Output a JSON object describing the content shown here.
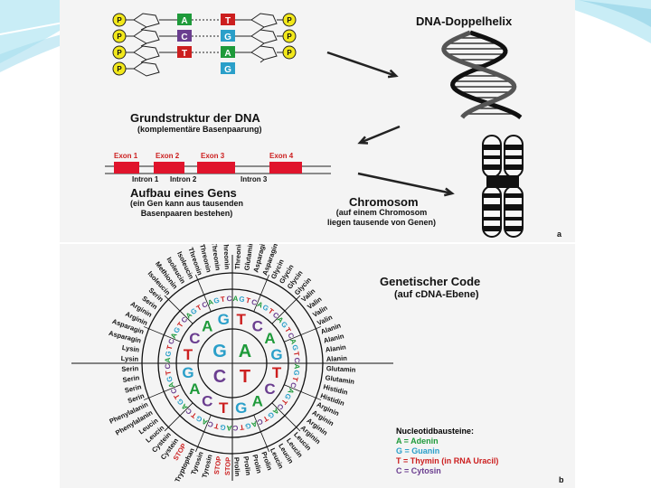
{
  "panel_a": {
    "dna_title": "Grundstruktur der DNA",
    "dna_subtitle": "(komplementäre Basenpaarung)",
    "phosphate_label": "P",
    "pairs": [
      {
        "left": "A",
        "right": "T"
      },
      {
        "left": "C",
        "right": "G"
      },
      {
        "left": "T",
        "right": "A"
      },
      {
        "left": "",
        "right": "G"
      }
    ],
    "helix_title": "DNA-Doppelhelix",
    "exons": [
      "Exon 1",
      "Exon 2",
      "Exon 3",
      "Exon 4"
    ],
    "introns": [
      "Intron 1",
      "Intron 2",
      "Intron 3"
    ],
    "gene_title": "Aufbau eines Gens",
    "gene_subtitle_1": "(ein Gen kann aus tausenden",
    "gene_subtitle_2": "Basenpaaren bestehen)",
    "chromosome_title": "Chromosom",
    "chromosome_subtitle_1": "(auf einem Chromosom",
    "chromosome_subtitle_2": "liegen tausende von Genen)",
    "letter": "a"
  },
  "panel_b": {
    "title": "Genetischer Code",
    "subtitle": "(auf cDNA-Ebene)",
    "letter": "b",
    "inner_ring": [
      "G",
      "A",
      "T",
      "C"
    ],
    "middle_ring": [
      "T",
      "C",
      "A",
      "G",
      "T",
      "C",
      "A",
      "G",
      "T",
      "C",
      "A",
      "G",
      "T",
      "C",
      "A",
      "G"
    ],
    "outer_ring": "AGTCAGTCAGTCAGTCAGTCAGTCAGTCAGTCAGTCAGTCAGTCAGTCAGTCAGTCAGTCAGTCAGTC",
    "amino_acids": [
      "Threonin",
      "Glutaminsäure",
      "Asparaginsäure",
      "Asparaginsäure",
      "Glycin",
      "Glycin",
      "Glycin",
      "Glycin",
      "Valin",
      "Valin",
      "Valin",
      "Valin",
      "Alanin",
      "Alanin",
      "Alanin",
      "Alanin",
      "Glutamin",
      "Glutamin",
      "Histidin",
      "Histidin",
      "Arginin",
      "Arginin",
      "Arginin",
      "Arginin",
      "Leucin",
      "Leucin",
      "Leucin",
      "Leucin",
      "Prolin",
      "Prolin",
      "Prolin",
      "Prolin",
      "STOP",
      "STOP",
      "Tyrosin",
      "Tyrosin",
      "Tryptophan",
      "STOP",
      "Cystein",
      "Cystein",
      "Leucin",
      "Leucin",
      "Phenylalanin",
      "Phenylalanin",
      "Serin",
      "Serin",
      "Serin",
      "Serin",
      "Lysin",
      "Lysin",
      "Asparagin",
      "Asparagin",
      "Arginin",
      "Arginin",
      "Serin",
      "Serin",
      "Isoleucin",
      "Methionin",
      "Isoleucin",
      "Isoleucin",
      "Threonin",
      "Threonin",
      "Threonin",
      "Threonin"
    ],
    "legend_title": "Nucleotidbausteine:",
    "legend": [
      {
        "text": "A = Adenin",
        "color": "#1e9a3a"
      },
      {
        "text": "G = Guanin",
        "color": "#2a9fc9"
      },
      {
        "text": "T = Thymin (in RNA Uracil)",
        "color": "#cc1f1f"
      },
      {
        "text": "C = Cytosin",
        "color": "#6a3d8f"
      }
    ]
  },
  "colors": {
    "A": "#1e9a3a",
    "G": "#2a9fc9",
    "T": "#cc1f1f",
    "C": "#6a3d8f",
    "phosphate": "#f2e81a",
    "exon": "#e0142c",
    "stop": "#cc1f1f"
  }
}
